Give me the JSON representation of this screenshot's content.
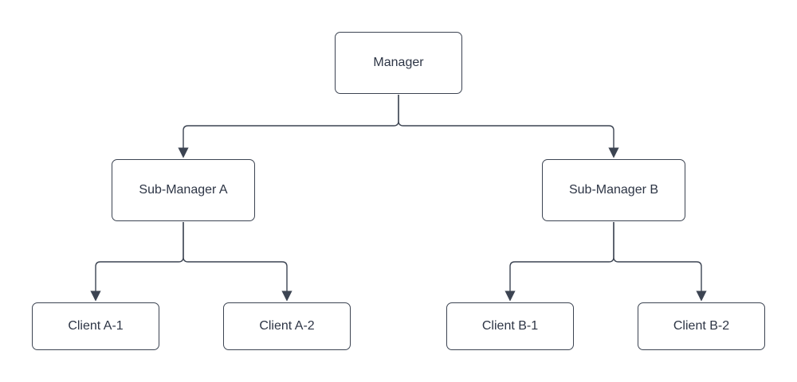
{
  "diagram": {
    "type": "org-chart",
    "nodes": {
      "manager": {
        "label": "Manager"
      },
      "sub_manager_a": {
        "label": "Sub-Manager A"
      },
      "sub_manager_b": {
        "label": "Sub-Manager B"
      },
      "client_a1": {
        "label": "Client A-1"
      },
      "client_a2": {
        "label": "Client A-2"
      },
      "client_b1": {
        "label": "Client B-1"
      },
      "client_b2": {
        "label": "Client B-2"
      }
    },
    "edges": [
      {
        "from": "Manager",
        "to": "Sub-Manager A",
        "arrow": "filled-triangle"
      },
      {
        "from": "Manager",
        "to": "Sub-Manager B",
        "arrow": "filled-triangle"
      },
      {
        "from": "Sub-Manager A",
        "to": "Client A-1",
        "arrow": "filled-triangle"
      },
      {
        "from": "Sub-Manager A",
        "to": "Client A-2",
        "arrow": "filled-triangle"
      },
      {
        "from": "Sub-Manager B",
        "to": "Client B-1",
        "arrow": "filled-triangle"
      },
      {
        "from": "Sub-Manager B",
        "to": "Client B-2",
        "arrow": "filled-triangle"
      }
    ],
    "colors": {
      "stroke": "#3c4452",
      "text": "#2d3545",
      "node_fill": "#ffffff",
      "background": "#ffffff"
    }
  }
}
